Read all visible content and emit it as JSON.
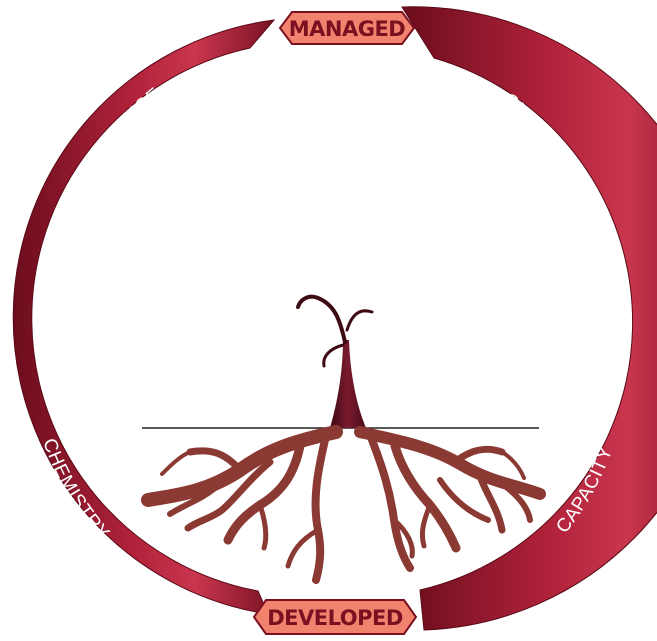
{
  "diagram": {
    "top_label": "MANAGED",
    "bottom_label": "DEVELOPED",
    "segments": [
      {
        "label": "COMPETENCE"
      },
      {
        "label": "CHARACTER"
      },
      {
        "label": "CAPACITY"
      },
      {
        "label": "CHEMISTRY"
      }
    ],
    "icons": [
      "tree-icon",
      "roots-icon"
    ]
  },
  "colors": {
    "ring_dark": "#6b0d1d",
    "ring_mid": "#a81c32",
    "ring_light": "#c8344a",
    "badge_fill": "#f0826e",
    "badge_text": "#7a1020",
    "trunk": "#6a1526",
    "roots": "#8a3a33",
    "ground_line": "#222222"
  }
}
